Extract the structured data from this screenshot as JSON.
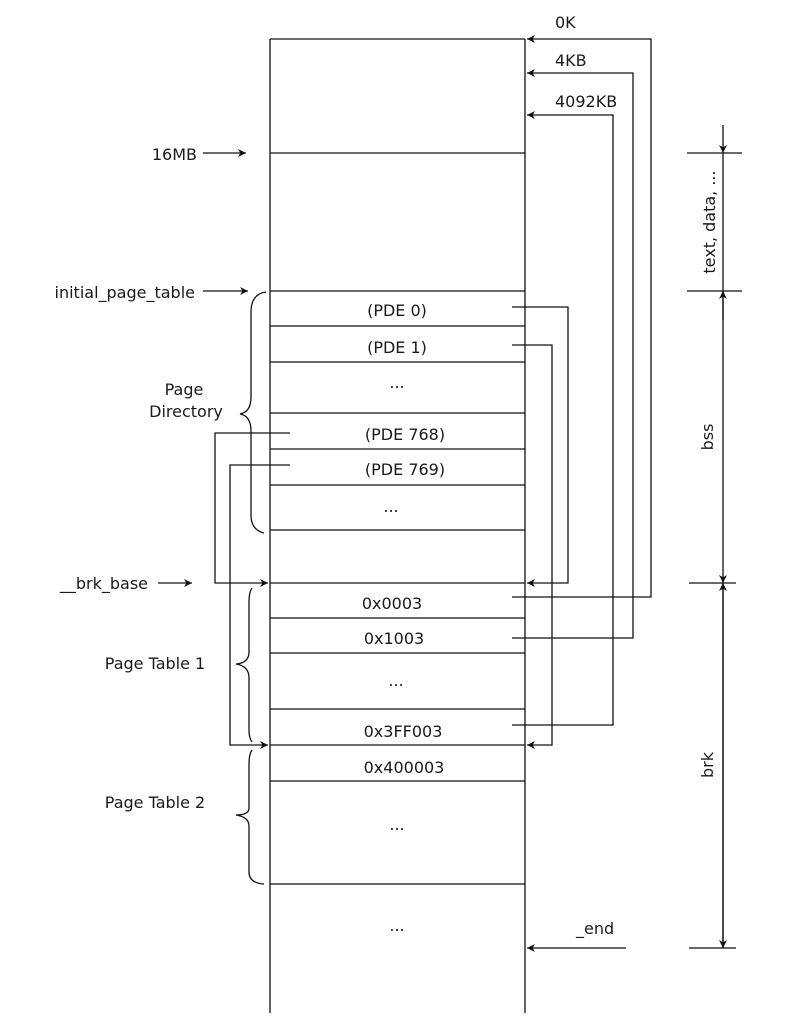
{
  "title": "Linux early boot memory layout: initial_page_table and brk page tables",
  "column_cells": [
    {
      "id": "pde0",
      "label": "(PDE 0)"
    },
    {
      "id": "pde1",
      "label": "(PDE 1)"
    },
    {
      "id": "pd-ellipsis-1",
      "label": "..."
    },
    {
      "id": "pde768",
      "label": "(PDE 768)"
    },
    {
      "id": "pde769",
      "label": "(PDE 769)"
    },
    {
      "id": "pd-ellipsis-2",
      "label": "..."
    },
    {
      "id": "pt1-0",
      "label": "0x0003"
    },
    {
      "id": "pt1-1",
      "label": "0x1003"
    },
    {
      "id": "pt1-ellipsis",
      "label": "..."
    },
    {
      "id": "pt1-last",
      "label": "0x3FF003"
    },
    {
      "id": "pt2-0",
      "label": "0x400003"
    },
    {
      "id": "pt2-ellipsis",
      "label": "..."
    },
    {
      "id": "tail-ellipsis",
      "label": "..."
    }
  ],
  "left_markers": {
    "mb16": "16MB",
    "initial_page_table": "initial_page_table",
    "brk_base": "__brk_base"
  },
  "right_markers": {
    "zero": "0K",
    "four_kb": "4KB",
    "four_092_kb": "4092KB",
    "end": "_end"
  },
  "groups": {
    "page_directory_line1": "Page",
    "page_directory_line2": "Directory",
    "page_table_1": "Page Table 1",
    "page_table_2": "Page Table 2"
  },
  "sections": {
    "text_data": "text, data, ...",
    "bss": "bss",
    "brk": "brk"
  }
}
